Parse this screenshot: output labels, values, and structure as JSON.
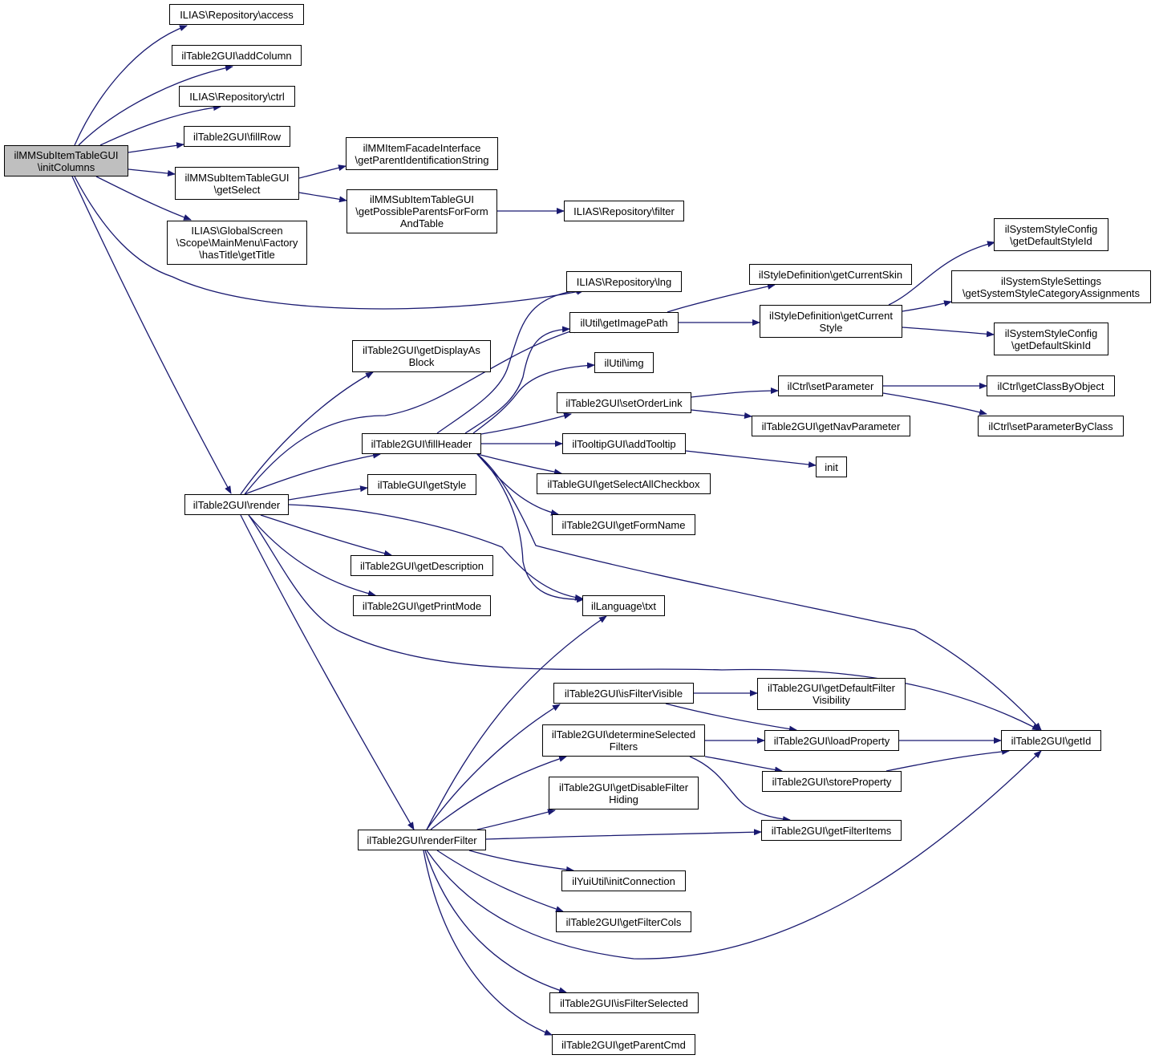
{
  "colors": {
    "edge": "#191970",
    "node_border": "#000000",
    "node_fill": "#ffffff",
    "root_fill": "#bfbfbf"
  },
  "nodes": {
    "root": "ilMMSubItemTableGUI\n\\initColumns",
    "access": "ILIAS\\Repository\\access",
    "addColumn": "ilTable2GUI\\addColumn",
    "ctrl": "ILIAS\\Repository\\ctrl",
    "fillRow": "ilTable2GUI\\fillRow",
    "getSelect": "ilMMSubItemTableGUI\n\\getSelect",
    "getTitle": "ILIAS\\GlobalScreen\n\\Scope\\MainMenu\\Factory\n\\hasTitle\\getTitle",
    "getParentIdent": "ilMMItemFacadeInterface\n\\getParentIdentificationString",
    "getPossibleParents": "ilMMSubItemTableGUI\n\\getPossibleParentsForForm\nAndTable",
    "filter": "ILIAS\\Repository\\filter",
    "lng": "ILIAS\\Repository\\lng",
    "render": "ilTable2GUI\\render",
    "getDisplayAsBlock": "ilTable2GUI\\getDisplayAs\nBlock",
    "fillHeader": "ilTable2GUI\\fillHeader",
    "getStyleT": "ilTableGUI\\getStyle",
    "getDescription": "ilTable2GUI\\getDescription",
    "getPrintMode": "ilTable2GUI\\getPrintMode",
    "renderFilter": "ilTable2GUI\\renderFilter",
    "getImagePath": "ilUtil\\getImagePath",
    "img": "ilUtil\\img",
    "setOrderLink": "ilTable2GUI\\setOrderLink",
    "addTooltip": "ilTooltipGUI\\addTooltip",
    "getSelectAll": "ilTableGUI\\getSelectAllCheckbox",
    "getFormName": "ilTable2GUI\\getFormName",
    "txt": "ilLanguage\\txt",
    "isFilterVisible": "ilTable2GUI\\isFilterVisible",
    "determineSel": "ilTable2GUI\\determineSelected\nFilters",
    "getDisableFH": "ilTable2GUI\\getDisableFilter\nHiding",
    "initConnection": "ilYuiUtil\\initConnection",
    "getFilterCols": "ilTable2GUI\\getFilterCols",
    "isFilterSelected": "ilTable2GUI\\isFilterSelected",
    "getParentCmd": "ilTable2GUI\\getParentCmd",
    "getCurrentSkin": "ilStyleDefinition\\getCurrentSkin",
    "getCurrentStyle": "ilStyleDefinition\\getCurrent\nStyle",
    "setParameter": "ilCtrl\\setParameter",
    "getNavParameter": "ilTable2GUI\\getNavParameter",
    "init": "init",
    "getDefFilterVis": "ilTable2GUI\\getDefaultFilter\nVisibility",
    "loadProperty": "ilTable2GUI\\loadProperty",
    "storeProperty": "ilTable2GUI\\storeProperty",
    "getFilterItems": "ilTable2GUI\\getFilterItems",
    "getDefStyleId": "ilSystemStyleConfig\n\\getDefaultStyleId",
    "getSysStyleCat": "ilSystemStyleSettings\n\\getSystemStyleCategoryAssignments",
    "getDefSkinId": "ilSystemStyleConfig\n\\getDefaultSkinId",
    "getClassByObject": "ilCtrl\\getClassByObject",
    "setParamByClass": "ilCtrl\\setParameterByClass",
    "getId": "ilTable2GUI\\getId"
  }
}
